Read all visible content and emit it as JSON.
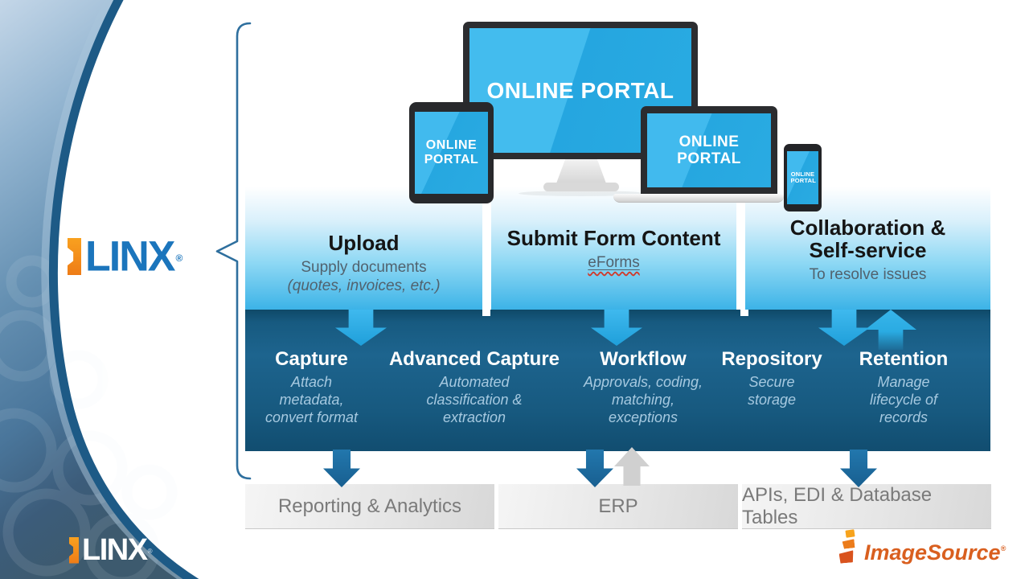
{
  "brand": {
    "name": "LINX",
    "registered_mark": "®",
    "colors": {
      "blue": "#1b75bc",
      "orange": "#f7941e"
    }
  },
  "devices": {
    "screen_label": "ONLINE PORTAL"
  },
  "top_row": {
    "columns": [
      {
        "title": "Upload",
        "subtitle": "Supply documents",
        "note": "(quotes, invoices, etc.)"
      },
      {
        "title": "Submit Form Content",
        "link": "eForms"
      },
      {
        "title": "Collaboration & Self-service",
        "subtitle": "To resolve issues"
      }
    ]
  },
  "middle_row": {
    "columns": [
      {
        "title": "Capture",
        "subtitle": "Attach metadata, convert format"
      },
      {
        "title": "Advanced Capture",
        "subtitle": "Automated classification & extraction"
      },
      {
        "title": "Workflow",
        "subtitle": "Approvals, coding, matching, exceptions"
      },
      {
        "title": "Repository",
        "subtitle": "Secure storage"
      },
      {
        "title": "Retention",
        "subtitle": "Manage lifecycle of records"
      }
    ]
  },
  "bottom_row": {
    "items": [
      {
        "label": "Reporting & Analytics"
      },
      {
        "label": "ERP"
      },
      {
        "label": "APIs, EDI & Database Tables"
      }
    ]
  },
  "footer": {
    "vendor": "ImageSource",
    "registered_mark": "®"
  }
}
